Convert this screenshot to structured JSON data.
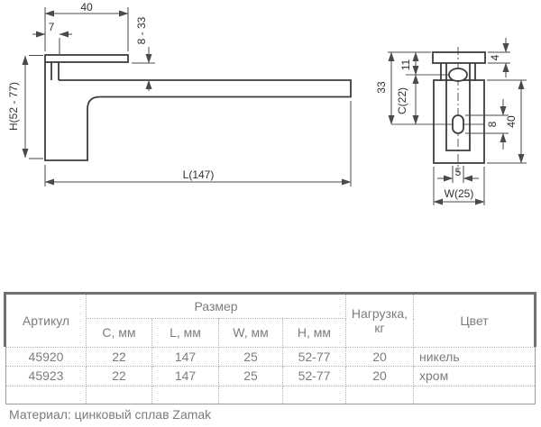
{
  "drawing": {
    "side_view": {
      "plate_width": "40",
      "edge_offset": "7",
      "glass_thickness_range": "8 - 33",
      "height": "H(52 - 77)",
      "length": "L(147)"
    },
    "front_view": {
      "top_hole_offset": "11",
      "cap_height": "4",
      "top_to_hole": "33",
      "center_distance": "C(22)",
      "slot_hole_height": "8",
      "body_height": "40",
      "slot_hole_width": "5",
      "width": "W(25)"
    }
  },
  "table": {
    "headers": {
      "article": "Артикул",
      "size": "Размер",
      "c": "C, мм",
      "l": "L, мм",
      "w": "W, мм",
      "h": "H, мм",
      "load_line1": "Нагрузка,",
      "load_line2": "кг",
      "color": "Цвет"
    },
    "rows": [
      {
        "article": "45920",
        "c": "22",
        "l": "147",
        "w": "25",
        "h": "52-77",
        "load": "20",
        "color": "никель"
      },
      {
        "article": "45923",
        "c": "22",
        "l": "147",
        "w": "25",
        "h": "52-77",
        "load": "20",
        "color": "хром"
      }
    ]
  },
  "footer": {
    "material": "Материал: цинковый сплав Zamak"
  },
  "colors": {
    "part_line": "#3c3c3c",
    "dim_line": "#4a4a4a",
    "table_text": "#7c7c7c",
    "thick_border": "#707070",
    "dotted_border": "#b3b3b3"
  }
}
